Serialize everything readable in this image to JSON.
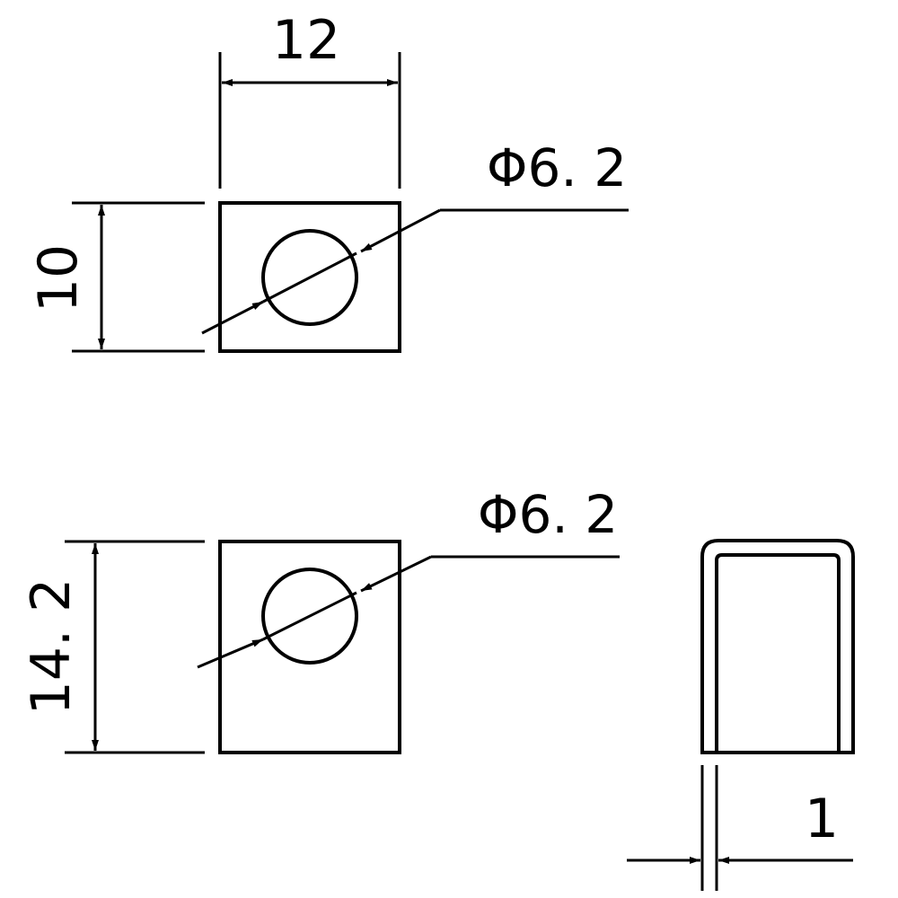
{
  "top_view": {
    "width_label": "12",
    "height_label": "10",
    "hole_label": "Φ6. 2"
  },
  "front_view": {
    "height_label": "14. 2",
    "hole_label": "Φ6. 2"
  },
  "side_view": {
    "thickness_label": "1"
  }
}
